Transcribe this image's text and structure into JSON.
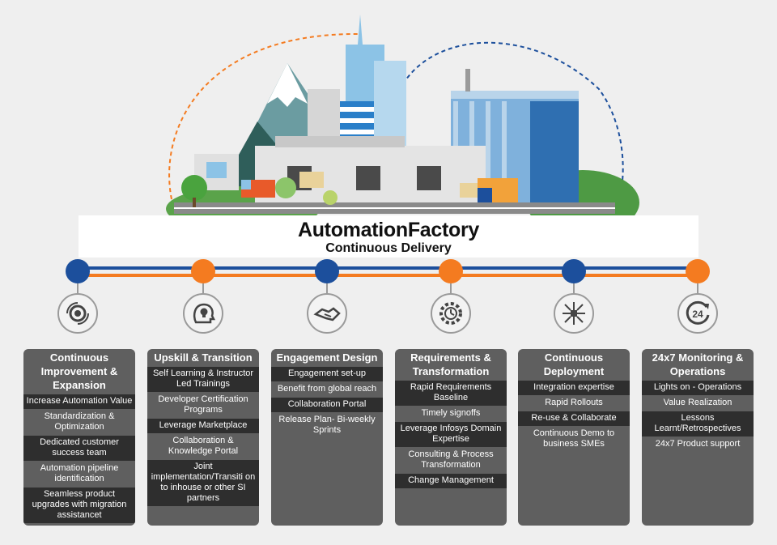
{
  "banner": {
    "title": "AutomationFactory",
    "subtitle": "Continuous Delivery"
  },
  "colors": {
    "blue": "#1c4f9c",
    "orange": "#f47b20",
    "card": "#5f5f5f",
    "card_item_dark": "#2e2e2e"
  },
  "stages": [
    {
      "icon": "gear-arrows-icon",
      "node_color": "blue",
      "title": "Continuous Improvement & Expansion",
      "items": [
        "Increase Automation Value",
        "Standardization & Optimization",
        "Dedicated customer success team",
        "Automation pipeline identification",
        "Seamless product upgrades with migration assistancet"
      ]
    },
    {
      "icon": "head-lightbulb-icon",
      "node_color": "orange",
      "title": "Upskill & Transition",
      "items": [
        "Self Learning & Instructor Led Trainings",
        "Developer Certification Programs",
        "Leverage Marketplace",
        "Collaboration & Knowledge Portal",
        "Joint implementation/Transiti on to inhouse or other SI partners"
      ]
    },
    {
      "icon": "handshake-icon",
      "node_color": "blue",
      "title": "Engagement Design",
      "items": [
        "Engagement set-up",
        "Benefit from global reach",
        "Collaboration Portal",
        "Release Plan- Bi-weekly Sprints"
      ]
    },
    {
      "icon": "gear-clock-icon",
      "node_color": "orange",
      "title": "Requirements & Transformation",
      "items": [
        "Rapid Requirements Baseline",
        "Timely signoffs",
        "Leverage Infosys Domain Expertise",
        "Consulting & Process Transformation",
        "Change Management"
      ]
    },
    {
      "icon": "network-icon",
      "node_color": "blue",
      "title": "Continuous Deployment",
      "items": [
        "Integration expertise",
        "Rapid Rollouts",
        "Re-use & Collaborate",
        "Continuous Demo to business SMEs"
      ]
    },
    {
      "icon": "24-hours-icon",
      "node_color": "orange",
      "title": "24x7 Monitoring & Operations",
      "icon_text": "24",
      "items": [
        "Lights on - Operations",
        "Value Realization",
        "Lessons Learnt/Retrospectives",
        "24x7 Product support"
      ]
    }
  ]
}
